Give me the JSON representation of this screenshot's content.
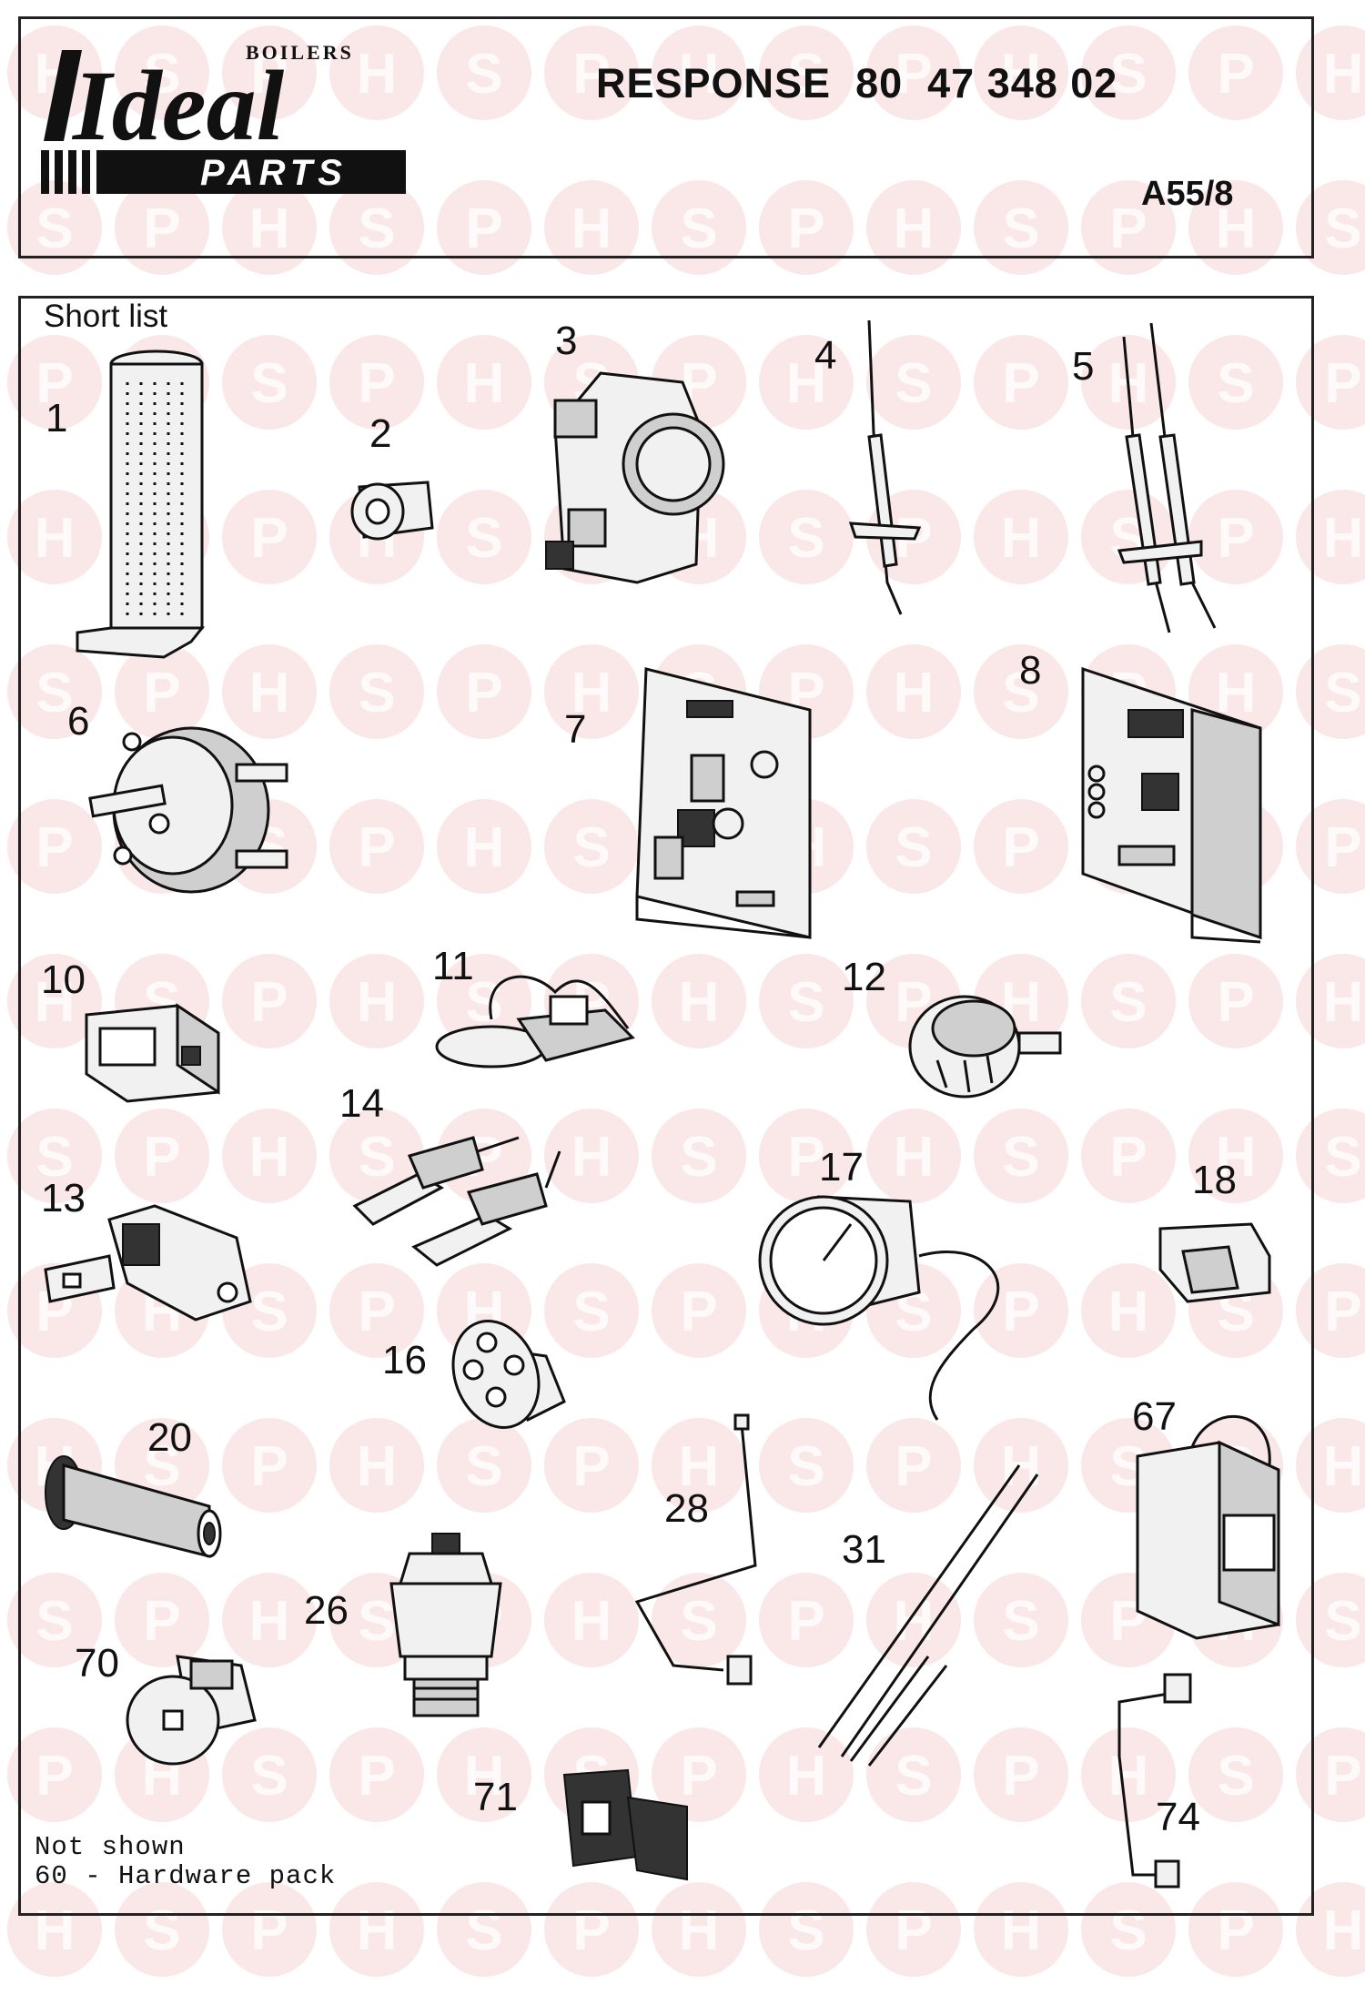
{
  "header": {
    "logo": {
      "brand": "Ideal",
      "tagline": "BOILERS",
      "subbrand": "PARTS"
    },
    "title": "RESPONSE  80  47 348 02",
    "code": "A55/8"
  },
  "watermark": {
    "letters": [
      "H",
      "S",
      "P"
    ],
    "color": "#f4c9c9"
  },
  "diagram": {
    "section_label": "Short list",
    "footnote_line1": "Not shown",
    "footnote_line2": "60 - Hardware pack",
    "parts": [
      {
        "number": "1"
      },
      {
        "number": "2"
      },
      {
        "number": "3"
      },
      {
        "number": "4"
      },
      {
        "number": "5"
      },
      {
        "number": "6"
      },
      {
        "number": "7"
      },
      {
        "number": "8"
      },
      {
        "number": "10"
      },
      {
        "number": "11"
      },
      {
        "number": "12"
      },
      {
        "number": "13"
      },
      {
        "number": "14"
      },
      {
        "number": "16"
      },
      {
        "number": "17"
      },
      {
        "number": "18"
      },
      {
        "number": "20"
      },
      {
        "number": "26"
      },
      {
        "number": "28"
      },
      {
        "number": "31"
      },
      {
        "number": "67"
      },
      {
        "number": "70"
      },
      {
        "number": "71"
      },
      {
        "number": "74"
      }
    ]
  }
}
